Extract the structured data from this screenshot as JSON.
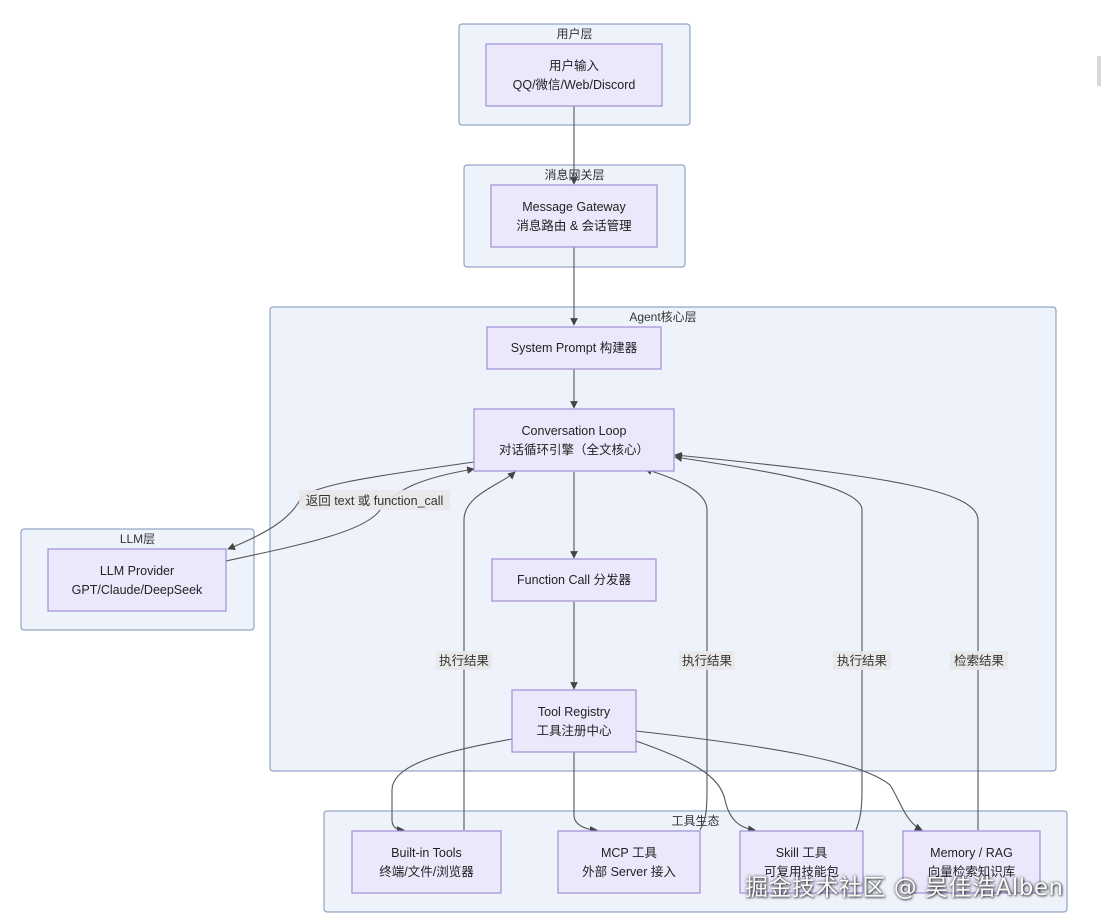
{
  "groups": {
    "user": "用户层",
    "gateway": "消息网关层",
    "agent": "Agent核心层",
    "llm": "LLM层",
    "tools": "工具生态"
  },
  "nodes": {
    "user_input": [
      "用户输入",
      "QQ/微信/Web/Discord"
    ],
    "gateway": [
      "Message Gateway",
      "消息路由 & 会话管理"
    ],
    "system_prompt": [
      "System Prompt 构建器"
    ],
    "loop": [
      "Conversation Loop",
      "对话循环引擎（全文核心）"
    ],
    "llm": [
      "LLM Provider",
      "GPT/Claude/DeepSeek"
    ],
    "dispatcher": [
      "Function Call 分发器"
    ],
    "registry": [
      "Tool Registry",
      "工具注册中心"
    ],
    "builtin": [
      "Built-in Tools",
      "终端/文件/浏览器"
    ],
    "mcp": [
      "MCP 工具",
      "外部 Server 接入"
    ],
    "skill": [
      "Skill 工具",
      "可复用技能包"
    ],
    "memory": [
      "Memory / RAG",
      "向量检索知识库"
    ]
  },
  "edge_labels": {
    "llm_return": "返回 text 或 function_call",
    "result_builtin": "执行结果",
    "result_mcp": "执行结果",
    "result_skill": "执行结果",
    "result_memory": "检索结果"
  },
  "watermark": "掘金技术社区 @ 吴佳浩Alben",
  "colors": {
    "group_fill": "#eef3fb",
    "group_stroke": "#7a93b8",
    "node_fill": "#ece8fc",
    "node_stroke": "#a08fd6",
    "edge": "#555555"
  }
}
